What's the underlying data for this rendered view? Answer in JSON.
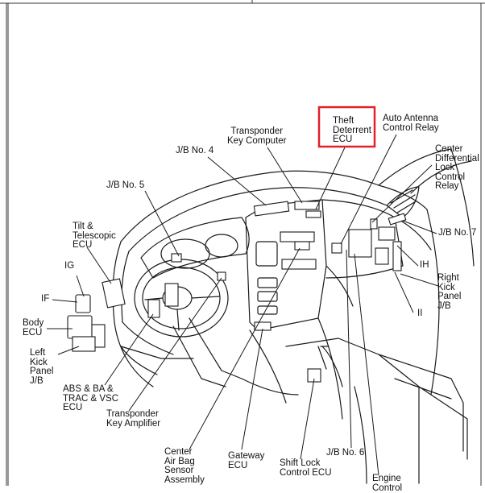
{
  "labels": {
    "theft_deterrent_ecu": "Theft\nDeterrent\nECU",
    "auto_antenna_control_relay": "Auto Antenna\nControl Relay",
    "transponder_key_computer": "Transponder\nKey Computer",
    "center_differential_lock_control_relay": "Center\nDifferential\nLock\nControl\nRelay",
    "jb_no4": "J/B No. 4",
    "jb_no5": "J/B No. 5",
    "tilt_telescopic_ecu": "Tilt &\nTelescopic\nECU",
    "jb_no7": "J/B No. 7",
    "ig": "IG",
    "if": "IF",
    "ih": "IH",
    "right_kick_panel_jb": "Right\nKick\nPanel\nJ/B",
    "ii": "II",
    "body_ecu": "Body\nECU",
    "left_kick_panel_jb": "Left\nKick\nPanel\nJ/B",
    "abs_ba_trac_vsc_ecu": "ABS & BA &\nTRAC & VSC\nECU",
    "transponder_key_amplifier": "Transponder\nKey Amplifier",
    "center_air_bag_sensor_assembly": "Center\nAir Bag\nSensor\nAssembly",
    "gateway_ecu": "Gateway\nECU",
    "shift_lock_control_ecu": "Shift Lock\nControl ECU",
    "jb_no6": "J/B No. 6",
    "engine_control": "Engine\nControl"
  },
  "highlight": {
    "color": "#e0202a",
    "target": "Theft Deterrent ECU"
  },
  "colors": {
    "line": "#1a1a1a",
    "border": "#333333"
  }
}
